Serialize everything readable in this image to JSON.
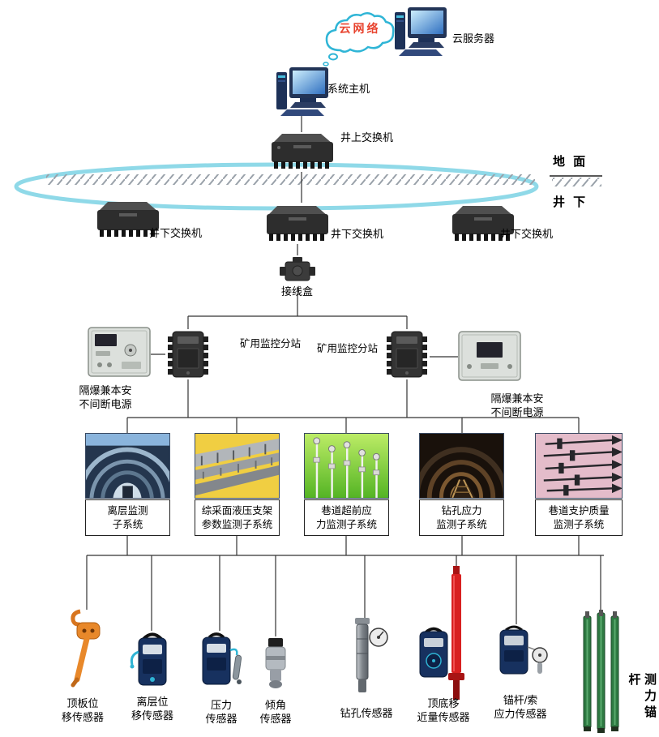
{
  "diagram": {
    "cloud": "云网络",
    "cloud_server": "云服务器",
    "system_host": "系统主机",
    "surface_switch": "井上交换机",
    "ground": "地  面",
    "underground": "井  下",
    "underground_switch_left": "井下交换机",
    "underground_switch_middle": "井下交换机",
    "underground_switch_right": "井下交换机",
    "junction_box": "接线盒",
    "substation_left": "矿用监控分站",
    "substation_right": "矿用监控分站",
    "ups_left": "隔爆兼本安\n不间断电源",
    "ups_right": "隔爆兼本安\n不间断电源"
  },
  "subsystems": [
    {
      "label": "离层监测\n子系统"
    },
    {
      "label": "综采面液压支架\n参数监测子系统"
    },
    {
      "label": "巷道超前应\n力监测子系统"
    },
    {
      "label": "钻孔应力\n监测子系统"
    },
    {
      "label": "巷道支护质量\n监测子系统"
    }
  ],
  "sensors": [
    {
      "label": "顶板位\n移传感器"
    },
    {
      "label": "离层位\n移传感器"
    },
    {
      "label": "压力\n传感器"
    },
    {
      "label": "倾角\n传感器"
    },
    {
      "label": "钻孔传感器"
    },
    {
      "label": "顶底移\n近量传感器"
    },
    {
      "label": "锚杆/索\n应力传感器"
    },
    {
      "label": "测力锚杆"
    }
  ],
  "colors": {
    "ring_cyan": "#8fd9e8",
    "cloud_outline": "#2fb5d6",
    "cloud_text": "#e8432e",
    "subsystem_yellow": "#f0ce42",
    "subsystem_green": "#7cc83e",
    "subsystem_pink": "#e4bcca",
    "sensor_orange": "#e8882a",
    "sensor_navy": "#17315f",
    "prop_red": "#d82020",
    "rod_green": "#2e7a42"
  }
}
